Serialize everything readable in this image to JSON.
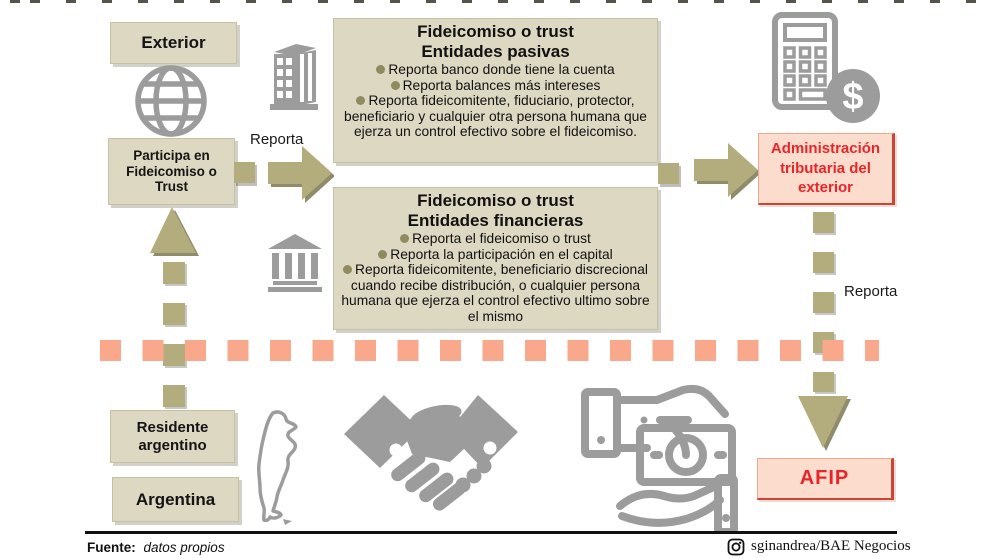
{
  "left_column": {
    "exterior_label": "Exterior",
    "participa_label": "Participa en Fideicomiso o Trust",
    "reporta_label": "Reporta"
  },
  "trust_boxes": [
    {
      "title_line1": "Fideicomiso o trust",
      "title_line2": "Entidades pasivas",
      "bullets": [
        "Reporta banco donde tiene la cuenta",
        "Reporta balances más intereses",
        "Reporta fideicomitente, fiduciario, protector, beneficiario y cualquier otra persona humana que ejerza un control efectivo sobre el fideicomiso."
      ]
    },
    {
      "title_line1": "Fideicomiso o trust",
      "title_line2": "Entidades financieras",
      "bullets": [
        "Reporta el fideicomiso o trust",
        "Reporta la participación en el capital",
        "Reporta fideicomitente, beneficiario discrecional cuando recibe distribución, o cualquier persona humana que ejerza el control efectivo ultimo sobre el mismo"
      ]
    }
  ],
  "right_column": {
    "admin_label": "Administración tributaria del exterior",
    "reporta_label": "Reporta",
    "afip_label": "AFIP"
  },
  "bottom_left": {
    "residente_label": "Residente argentino",
    "argentina_label": "Argentina"
  },
  "footer": {
    "source_label": "Fuente:",
    "source_value": "datos propios",
    "credit": "sginandrea/BAE Negocios"
  },
  "colors": {
    "beige": "#ddd8c2",
    "olive_arrow": "#b3ad7e",
    "bullet_olive": "#8f8b5f",
    "salmon_dash": "#f9a88c",
    "pink_box": "#fcdccd",
    "red_text": "#e8262a",
    "icon_gray": "#9c9c9c"
  }
}
